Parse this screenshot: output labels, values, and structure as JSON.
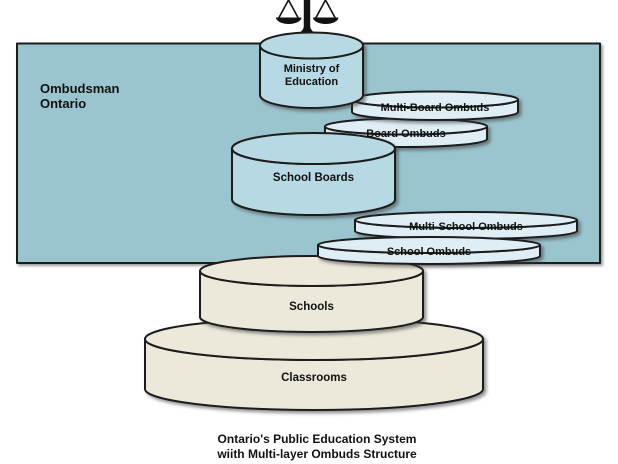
{
  "title_caption": {
    "line1": "Ontario's Public Education System",
    "line2": "wiith Multi-layer Ombuds Structure"
  },
  "ombudsman_overlay": {
    "line1": "Ombudsman",
    "line2": "Ontario"
  },
  "education_layers": [
    {
      "id": "ministry-of-education",
      "label_line1": "Ministry of",
      "label_line2": "Education",
      "shape": "cylinder"
    },
    {
      "id": "school-boards",
      "label": "School Boards",
      "shape": "cylinder"
    },
    {
      "id": "schools",
      "label": "Schools",
      "shape": "cylinder"
    },
    {
      "id": "classrooms",
      "label": "Classrooms",
      "shape": "cylinder"
    }
  ],
  "ombuds_layers": [
    {
      "id": "multi-board-ombuds",
      "label": "Multi-Board Ombuds",
      "shape": "disc"
    },
    {
      "id": "board-ombuds",
      "label": "Board Ombuds",
      "shape": "disc"
    },
    {
      "id": "multi-school-ombuds",
      "label": "Multi-School Ombuds",
      "shape": "disc"
    },
    {
      "id": "school-ombuds",
      "label": "School Ombuds",
      "shape": "disc"
    }
  ],
  "icons": {
    "top_icon": "scales-of-justice"
  },
  "colors": {
    "overlay_fill": "#9ac4ce",
    "cylinder_blue": "#b7d9e3",
    "disc_blue": "#dfeef5",
    "cylinder_cream": "#ece9db",
    "outline": "#1f1f1f",
    "background": "#ffffff"
  }
}
